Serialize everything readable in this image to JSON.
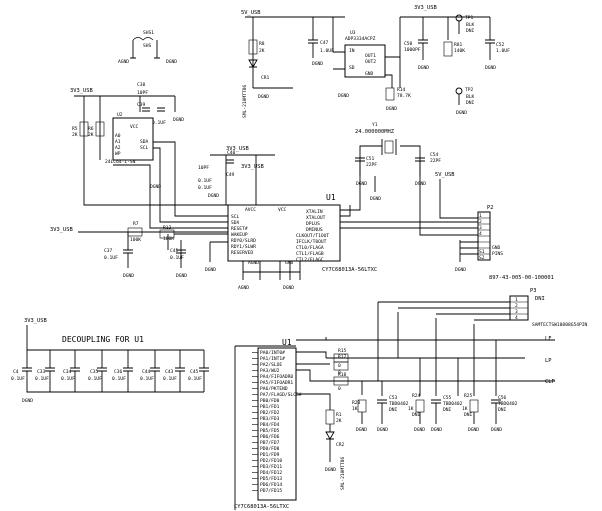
{
  "nets": {
    "v5_usb": "5V_USB",
    "v3v3_usb": "3V3_USB",
    "dgnd": "DGND",
    "agnd": "AGND",
    "lf": "LF",
    "lp": "LP",
    "clp": "CLP"
  },
  "labels": {
    "decoupling_title": "DECOUPLING FOR U1"
  },
  "parts": {
    "shs1": {
      "ref": "SHS1",
      "value": "SHS"
    },
    "r8": {
      "ref": "R8",
      "value": "2K"
    },
    "cr1": {
      "ref": "CR1",
      "value": "SML-210MTT86"
    },
    "c47": {
      "ref": "C47",
      "value": "1.0UF"
    },
    "u3": {
      "ref": "U3",
      "value": "ADP3334ACPZ",
      "pins": [
        "IN",
        "OUT1",
        "OUT2",
        "SD",
        "GND"
      ]
    },
    "r14": {
      "ref": "R14",
      "value": "78.7K"
    },
    "c50": {
      "ref": "C50",
      "value": "1000PF"
    },
    "r81": {
      "ref": "R81",
      "value": "140K"
    },
    "c52": {
      "ref": "C52",
      "value": "1.0UF"
    },
    "tp1": {
      "ref": "TP1",
      "color": "BLK",
      "dni": "DNI"
    },
    "tp2": {
      "ref": "TP2",
      "color": "BLK",
      "dni": "DNI"
    },
    "r5": {
      "ref": "R5",
      "value": "2K"
    },
    "r6": {
      "ref": "R6",
      "value": "2K"
    },
    "c38": {
      "ref": "C38",
      "value": "10PF"
    },
    "c39": {
      "ref": "C39",
      "value": "0.1UF"
    },
    "u2": {
      "ref": "U2",
      "value": "24LC64-I-SN",
      "pins": [
        "VCC",
        "A0",
        "A1",
        "SDA",
        "SCL",
        "A2",
        "WP"
      ]
    },
    "c40": {
      "ref": "C40"
    },
    "c46": {
      "value": "10PF"
    },
    "c49": {
      "ref": "C49",
      "value": "0.1UF"
    },
    "c42": {
      "value": "0.1UF"
    },
    "u1": {
      "ref": "U1",
      "value": "CY7C68013A-56LTXC",
      "top_pins": [
        "AVCC",
        "VCC"
      ],
      "left_pins": [
        "SCL",
        "SDA",
        "RESET#",
        "WAKEUP",
        "RDY0/SLRD",
        "RDY1/SLWR",
        "RESERVED"
      ],
      "right_pins": [
        "XTALIN",
        "XTALOUT",
        "DPLUS",
        "DMINUS",
        "CLKOUT/T1OUT",
        "IFCLK/T0OUT",
        "CTL0/FLAGA",
        "CTL1/FLAGB",
        "CTL2/FLAGC"
      ],
      "bottom_pins": [
        "AGND",
        "GND"
      ],
      "port_pins": [
        "PA0/INT0#",
        "PA1/INT1#",
        "PA2/SLOE",
        "PA3/WU2",
        "PA4/FIFOADR0",
        "PA5/FIFOADR1",
        "PA6/PKTEND",
        "PA7/FLAGD/SLCS#",
        "PB0/FD0",
        "PB1/FD1",
        "PB2/FD2",
        "PB3/FD3",
        "PB4/FD4",
        "PB5/FD5",
        "PB6/FD6",
        "PB7/FD7",
        "PD0/FD8",
        "PD1/FD9",
        "PD2/FD10",
        "PD3/FD11",
        "PD4/FD12",
        "PD5/FD13",
        "PD6/FD14",
        "PD7/FD15"
      ]
    },
    "r7": {
      "ref": "R7",
      "value": "100K"
    },
    "c37": {
      "ref": "C37",
      "value": "0.1UF"
    },
    "r12": {
      "ref": "R12",
      "value": "100K"
    },
    "c45": {
      "ref": "C45",
      "value": "0.1UF"
    },
    "y1": {
      "ref": "Y1",
      "value": "24.000000MHZ"
    },
    "c51": {
      "ref": "C51",
      "value": "22PF"
    },
    "c54": {
      "ref": "C54",
      "value": "22PF"
    },
    "p2": {
      "ref": "P2",
      "value": "897-43-005-00-100001",
      "pins": [
        "1",
        "2",
        "3",
        "4",
        "S1",
        "S2"
      ],
      "gnd_label": "GND",
      "gnd_pins": "PINS"
    },
    "p3": {
      "ref": "P3",
      "dni": "DNI",
      "value": "SAMTECTSW10808G54PIN",
      "pins": [
        "1",
        "2",
        "3",
        "4"
      ]
    },
    "decoupling": [
      {
        "ref": "C4",
        "value": "0.1UF"
      },
      {
        "ref": "C33",
        "value": "0.1UF"
      },
      {
        "ref": "C34",
        "value": "0.1UF"
      },
      {
        "ref": "C35",
        "value": "0.1UF"
      },
      {
        "ref": "C36",
        "value": "0.1UF"
      },
      {
        "ref": "C44",
        "value": "0.1UF"
      },
      {
        "ref": "C43",
        "value": "0.1UF"
      },
      {
        "ref": "C45",
        "value": "0.1UF"
      }
    ],
    "r15": {
      "ref": "R15",
      "value": "0"
    },
    "r17": {
      "ref": "R17",
      "value": "0"
    },
    "r18": {
      "ref": "R18",
      "value": "0"
    },
    "r20": {
      "ref": "R20",
      "value": "1K"
    },
    "c53": {
      "ref": "C53",
      "value": "TBD0402",
      "dni": "DNI"
    },
    "r24": {
      "ref": "R24",
      "value": "1K",
      "dni": "DNI"
    },
    "c55": {
      "ref": "C55",
      "value": "TBD0402",
      "dni": "DNI"
    },
    "r25": {
      "ref": "R25",
      "value": "1K",
      "dni": "DNI"
    },
    "c56": {
      "ref": "C56",
      "value": "TBD0402",
      "dni": "DNI"
    },
    "r1": {
      "ref": "R1",
      "value": "2K"
    },
    "cr2": {
      "ref": "CR2",
      "value": "SML-210MTT86"
    }
  }
}
